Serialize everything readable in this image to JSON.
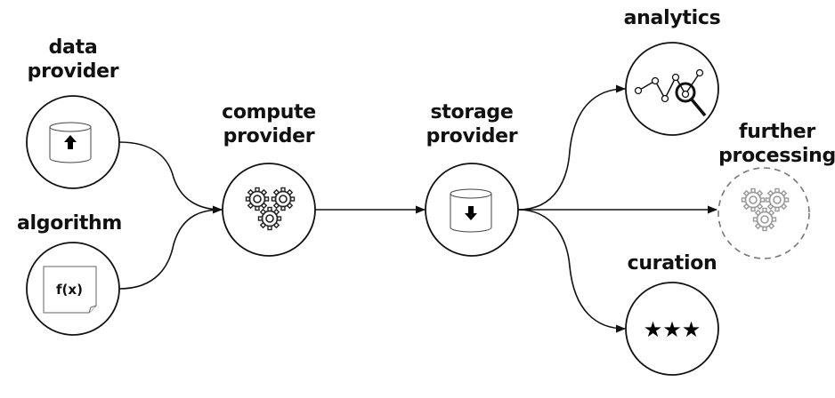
{
  "nodes": {
    "data_provider": {
      "label_line1": "data",
      "label_line2": "provider",
      "icon": "database-upload-icon"
    },
    "algorithm": {
      "label_line1": "algorithm",
      "icon": "document-function-icon",
      "icon_text": "f(x)"
    },
    "compute_provider": {
      "label_line1": "compute",
      "label_line2": "provider",
      "icon": "gears-icon"
    },
    "storage_provider": {
      "label_line1": "storage",
      "label_line2": "provider",
      "icon": "database-download-icon"
    },
    "analytics": {
      "label_line1": "analytics",
      "icon": "chart-magnifier-icon"
    },
    "further_processing": {
      "label_line1": "further",
      "label_line2": "processing",
      "icon": "gears-icon",
      "style": "dashed-optional"
    },
    "curation": {
      "label_line1": "curation",
      "icon": "three-stars-icon",
      "icon_text": "★★★"
    }
  },
  "edges": [
    {
      "from": "data_provider",
      "to": "compute_provider"
    },
    {
      "from": "algorithm",
      "to": "compute_provider"
    },
    {
      "from": "compute_provider",
      "to": "storage_provider"
    },
    {
      "from": "storage_provider",
      "to": "analytics"
    },
    {
      "from": "storage_provider",
      "to": "further_processing"
    },
    {
      "from": "storage_provider",
      "to": "curation"
    }
  ],
  "colors": {
    "stroke": "#111111",
    "muted": "#8a8a8a"
  }
}
